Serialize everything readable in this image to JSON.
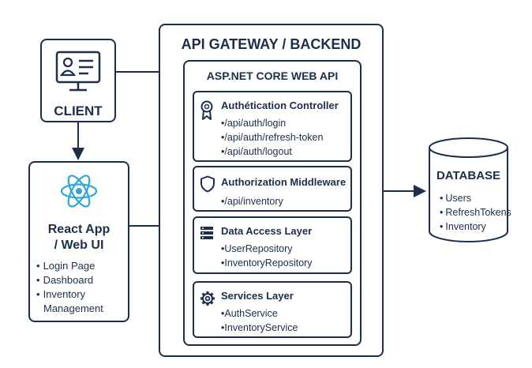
{
  "client": {
    "title": "CLIENT",
    "icon": "user-monitor-icon"
  },
  "react_app": {
    "title_line1": "React App",
    "title_line2": "/ Web UI",
    "icon": "react-atom-icon",
    "items": [
      "Login Page",
      "Dashboard",
      "Inventory",
      "Management"
    ]
  },
  "gateway": {
    "title": "API GATEWAY / BACKEND"
  },
  "aspnet": {
    "title": "ASP.NET CORE WEB API"
  },
  "auth_controller": {
    "title": "Authética­tion Controller",
    "icon": "award-ribbon-icon",
    "items": [
      "/api/auth/login",
      "/api/auth/refresh-token",
      "/api/auth/logout"
    ]
  },
  "authorization": {
    "title": "Authorization Middleware",
    "icon": "shield-icon",
    "items": [
      "/api/inventory"
    ]
  },
  "data_access": {
    "title": "Data Access Layer",
    "icon": "server-stack-icon",
    "items": [
      "UserRepository",
      "InventoryRepository"
    ]
  },
  "services": {
    "title": "Services Layer",
    "icon": "gear-icon",
    "items": [
      "AuthService",
      "InventoryService"
    ]
  },
  "database": {
    "title": "DATABASE",
    "icon": "database-cylinder-icon",
    "items": [
      "Users",
      "RefreshTokens",
      "Inventory"
    ]
  },
  "colors": {
    "ink": "#1c2e4a",
    "accent": "#2fa6d9"
  }
}
